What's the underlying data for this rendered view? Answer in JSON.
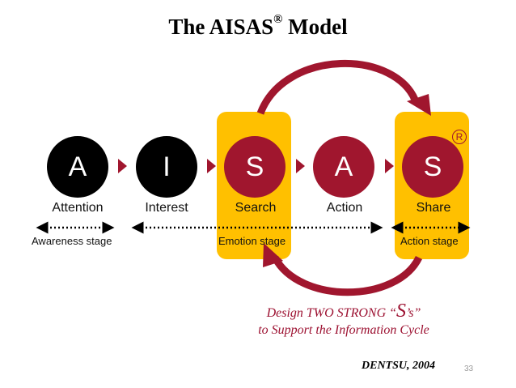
{
  "title": {
    "text": "The AISAS",
    "mark": "®",
    "suffix": " Model"
  },
  "steps": [
    {
      "letter": "A",
      "label": "Attention",
      "color": "#000000"
    },
    {
      "letter": "I",
      "label": "Interest",
      "color": "#000000"
    },
    {
      "letter": "S",
      "label": "Search",
      "color": "#a0162e"
    },
    {
      "letter": "A",
      "label": "Action",
      "color": "#a0162e"
    },
    {
      "letter": "S",
      "label": "Share",
      "color": "#a0162e"
    }
  ],
  "stages": {
    "awareness": "Awareness stage",
    "emotion": "Emotion stage",
    "action": "Action stage"
  },
  "tagline": {
    "line1_before": "Design TWO STRONG “",
    "line1_big": "S",
    "line1_after": "’s”",
    "line2": "to Support the Information Cycle"
  },
  "registered_mark": "R",
  "credit": "DENTSU, 2004",
  "page_number": "33",
  "colors": {
    "accent_red": "#a0162e",
    "highlight_yellow": "#ffc000",
    "dark": "#000000"
  }
}
